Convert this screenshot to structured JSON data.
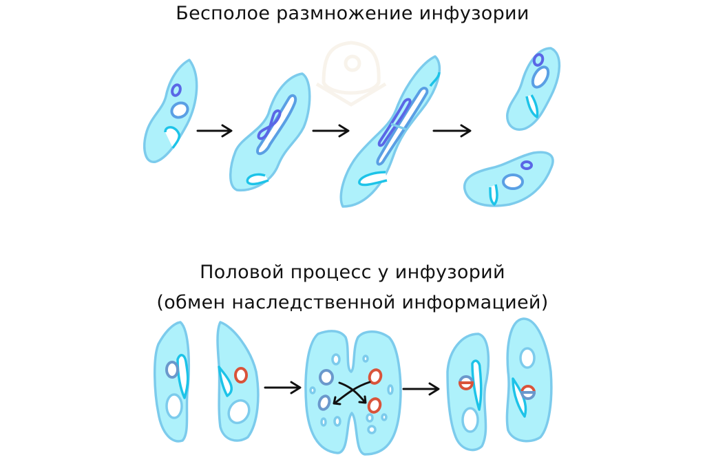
{
  "asexual": {
    "title": "Бесполое размножение инфузории"
  },
  "sexual": {
    "title": "Половой процесс у инфузорий",
    "subtitle": "(обмен наследственной информацией)"
  },
  "colors": {
    "cell_fill": "#aef1fb",
    "cell_stroke": "#7ccbec",
    "micronucleus": "#5a67e6",
    "macronucleus": "#5a9fe4",
    "mouth": "#1dc3e8",
    "nucleus_red": "#d9533a",
    "nucleus_blue": "#6a98cc"
  }
}
